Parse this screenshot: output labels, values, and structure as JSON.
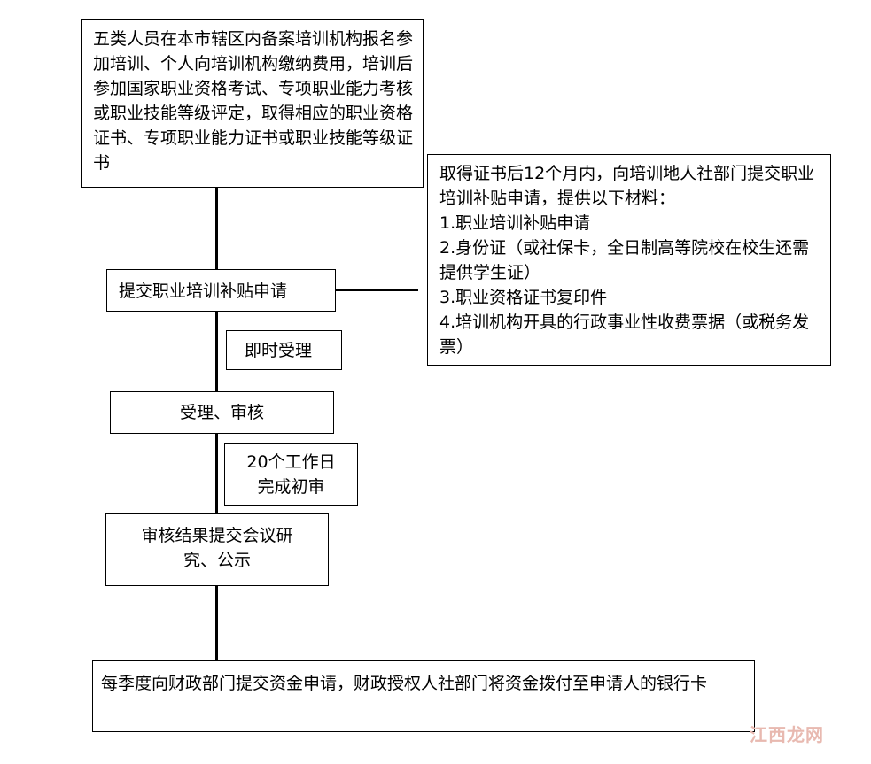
{
  "nodes": {
    "eligibility": "五类人员在本市辖区内备案培训机构报名参加培训、个人向培训机构缴纳费用，培训后参加国家职业资格考试、专项职业能力考核或职业技能等级评定，取得相应的职业资格证书、专项职业能力证书或职业技能等级证书",
    "submit": "提交职业培训补贴申请",
    "accept_now": "即时受理",
    "review": "受理、审核",
    "days_1": "20个工作日",
    "days_2": "完成初审",
    "meeting_1": "审核结果提交会议研",
    "meeting_2": "究、公示",
    "payment": "每季度向财政部门提交资金申请，财政授权人社部门将资金拨付至申请人的银行卡"
  },
  "materials": {
    "intro": "取得证书后12个月内，向培训地人社部门提交职业培训补贴申请，提供以下材料：",
    "items": [
      "1.职业培训补贴申请",
      "2.身份证（或社保卡，全日制高等院校在校生还需提供学生证）",
      "3.职业资格证书复印件",
      "4.培训机构开具的行政事业性收费票据（或税务发票）"
    ]
  },
  "watermark": "江西龙网"
}
